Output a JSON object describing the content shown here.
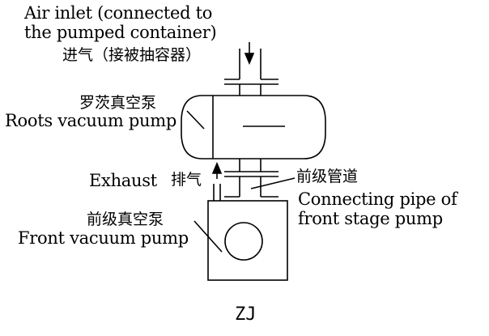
{
  "inlet": {
    "en_line1": "Air inlet (connected to",
    "en_line2": "the pumped container)",
    "zh": "进气（接被抽容器）"
  },
  "roots_pump": {
    "zh": "罗茨真空泵",
    "en": "Roots vacuum pump"
  },
  "exhaust": {
    "en": "Exhaust",
    "zh": "排气"
  },
  "front_pipe": {
    "zh": "前级管道",
    "en_line1": "Connecting pipe of",
    "en_line2": "front stage pump"
  },
  "front_pump": {
    "zh": "前级真空泵",
    "en": "Front vacuum pump"
  },
  "watermark": "ZJ"
}
